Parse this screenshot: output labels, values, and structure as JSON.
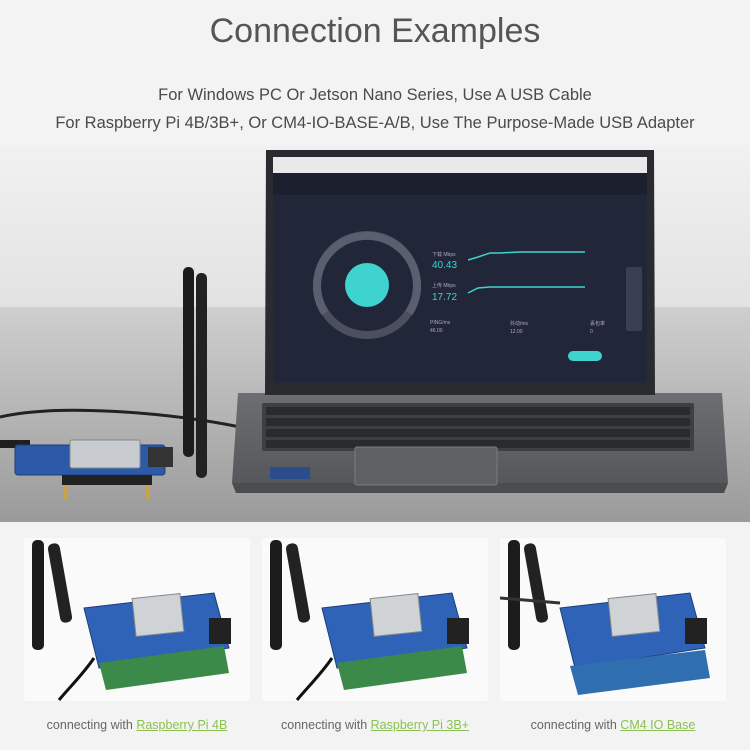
{
  "header": {
    "title": "Connection Examples",
    "line1": "For Windows PC Or Jetson Nano Series, Use A USB Cable",
    "line2": "For Raspberry Pi 4B/3B+, Or CM4-IO-BASE-A/B, Use The Purpose-Made USB Adapter"
  },
  "screen": {
    "download_label": "下载 Mbps",
    "download_value": "40.43",
    "upload_label": "上传 Mbps",
    "upload_value": "17.72",
    "stats": [
      {
        "label": "PING/ms",
        "value": "46.00"
      },
      {
        "label": "抖动/ms",
        "value": "12.00"
      },
      {
        "label": "丢包率",
        "value": "0"
      }
    ]
  },
  "captions": [
    {
      "prefix": "connecting with ",
      "link": "Raspberry Pi 4B"
    },
    {
      "prefix": "connecting with ",
      "link": "Raspberry Pi 3B+"
    },
    {
      "prefix": "connecting with ",
      "link": "CM4 IO Base"
    }
  ],
  "colors": {
    "link": "#8cc152",
    "accent": "#3fd3cf"
  }
}
